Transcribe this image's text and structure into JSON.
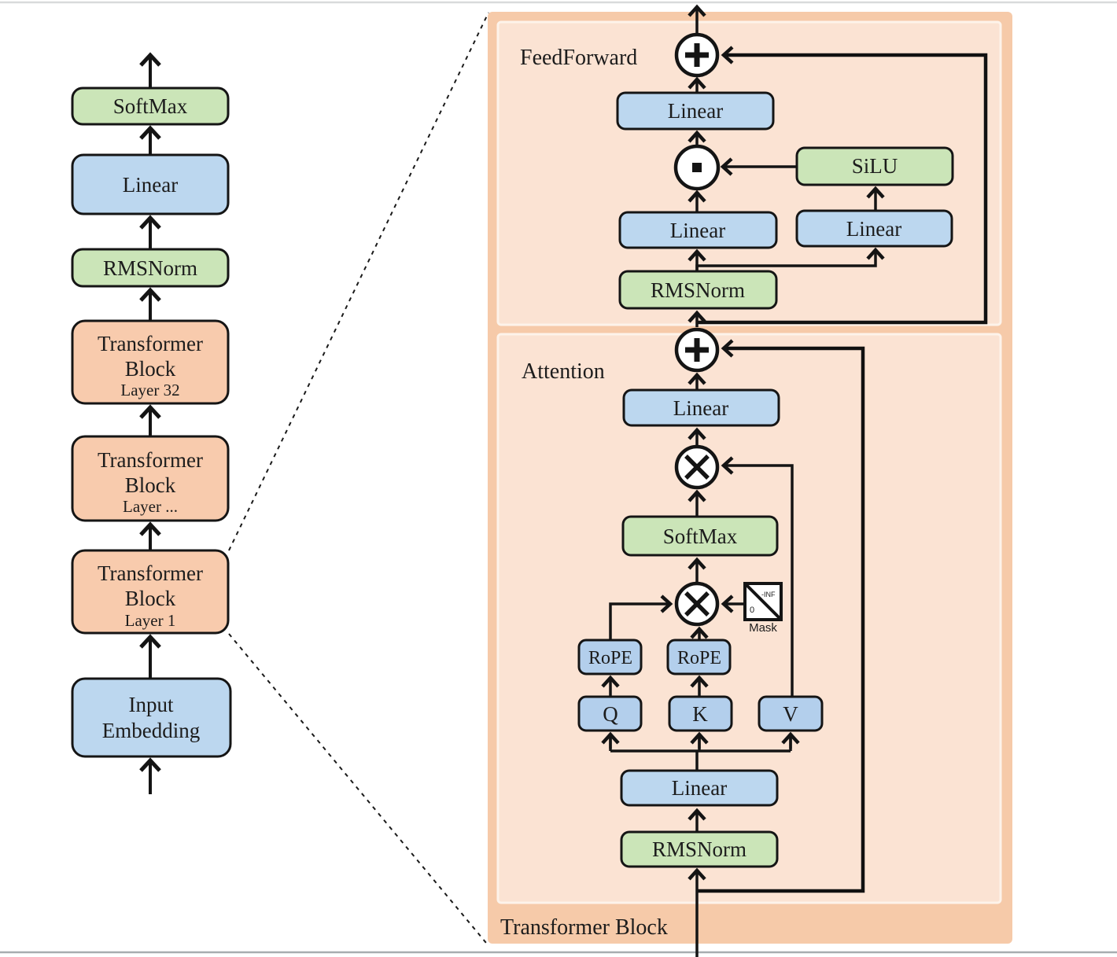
{
  "colors": {
    "panel_orange": "#f6caa9",
    "panel_inner": "#fbe3d3",
    "panel_inner_border": "#fdf3ea",
    "box_orange": "#f8cbad",
    "box_blue": "#bcd7ef",
    "box_green": "#cbe5b8",
    "stroke": "#151515",
    "top_edge_line": "#d8dadb",
    "bottom_edge_line": "#a7adb0"
  },
  "left_column": {
    "softmax_label": "SoftMax",
    "linear_label": "Linear",
    "rmsnorm_label": "RMSNorm",
    "blocks": [
      {
        "line1": "Transformer",
        "line2": "Block",
        "layer": "Layer 32"
      },
      {
        "line1": "Transformer",
        "line2": "Block",
        "layer": "Layer ..."
      },
      {
        "line1": "Transformer",
        "line2": "Block",
        "layer": "Layer 1"
      }
    ],
    "input_line1": "Input",
    "input_line2": "Embedding"
  },
  "detail_panel": {
    "block_label": "Transformer Block",
    "feedforward": {
      "section_label": "FeedForward",
      "linear_out": "Linear",
      "silu": "SiLU",
      "linear_left": "Linear",
      "linear_right": "Linear",
      "rmsnorm": "RMSNorm",
      "add_icon": "circle-plus",
      "mul_icon": "circle-dot"
    },
    "attention": {
      "section_label": "Attention",
      "linear_out": "Linear",
      "softmax": "SoftMax",
      "rope_left": "RoPE",
      "rope_right": "RoPE",
      "q": "Q",
      "k": "K",
      "v": "V",
      "linear_in": "Linear",
      "rmsnorm": "RMSNorm",
      "add_icon": "circle-plus",
      "matmul_icon": "circle-x",
      "mask": {
        "label": "Mask",
        "upper": "-INF",
        "lower": "0"
      }
    }
  }
}
